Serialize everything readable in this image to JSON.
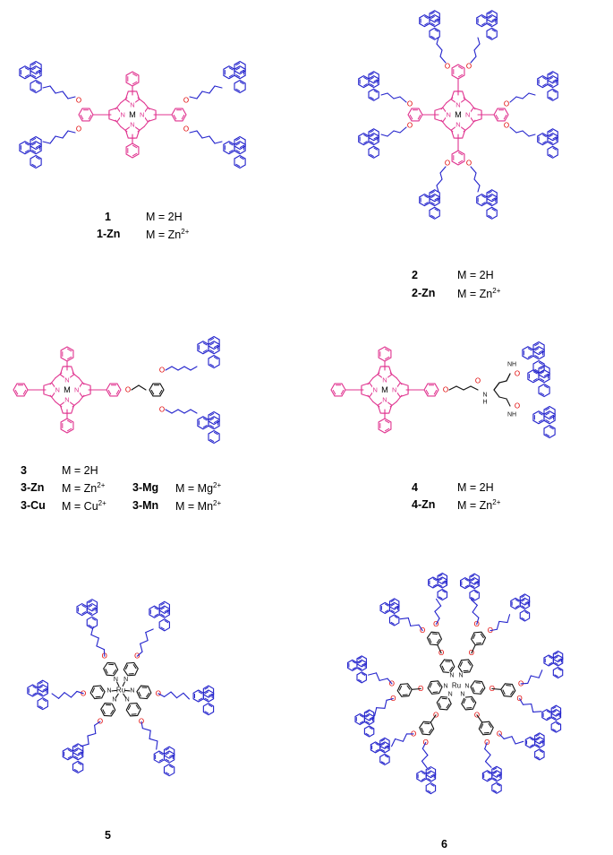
{
  "colors": {
    "porphyrin": "#e0338f",
    "pyrene": "#2222cc",
    "oxygen": "#e00000",
    "bond": "#111111"
  },
  "compounds": [
    {
      "label": "1",
      "formula_prefix": "M = ",
      "formula_base": "2H",
      "formula_sup": ""
    },
    {
      "label": "1-Zn",
      "formula_prefix": "M = ",
      "formula_base": "Zn",
      "formula_sup": "2+"
    },
    {
      "label": "2",
      "formula_prefix": "M = ",
      "formula_base": "2H",
      "formula_sup": ""
    },
    {
      "label": "2-Zn",
      "formula_prefix": "M = ",
      "formula_base": "Zn",
      "formula_sup": "2+"
    },
    {
      "label": "3",
      "formula_prefix": "M = ",
      "formula_base": "2H",
      "formula_sup": ""
    },
    {
      "label": "3-Zn",
      "formula_prefix": "M = ",
      "formula_base": "Zn",
      "formula_sup": "2+"
    },
    {
      "label": "3-Mg",
      "formula_prefix": "M = ",
      "formula_base": "Mg",
      "formula_sup": "2+"
    },
    {
      "label": "3-Cu",
      "formula_prefix": "M = ",
      "formula_base": "Cu",
      "formula_sup": "2+"
    },
    {
      "label": "3-Mn",
      "formula_prefix": "M = ",
      "formula_base": "Mn",
      "formula_sup": "2+"
    },
    {
      "label": "4",
      "formula_prefix": "M = ",
      "formula_base": "2H",
      "formula_sup": ""
    },
    {
      "label": "4-Zn",
      "formula_prefix": "M = ",
      "formula_base": "Zn",
      "formula_sup": "2+"
    },
    {
      "label": "5",
      "formula_prefix": "",
      "formula_base": "",
      "formula_sup": ""
    },
    {
      "label": "6",
      "formula_prefix": "",
      "formula_base": "",
      "formula_sup": ""
    }
  ],
  "atom_labels": {
    "metal": "M",
    "nitrogen": "N",
    "oxygen": "O",
    "ruthenium": "Ru",
    "amide_nh": "NH",
    "amide_n_h": "N",
    "amide_h": "H"
  }
}
